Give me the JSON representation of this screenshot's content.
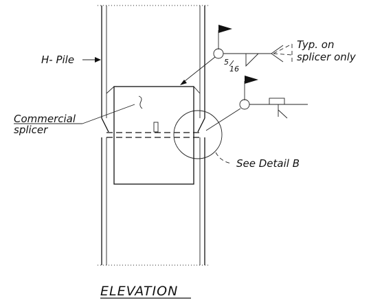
{
  "labels": {
    "h_pile": "H- Pile",
    "commercial": "Commercial",
    "splicer": "splicer",
    "typ_line1": "Typ. on",
    "typ_line2": "splicer only",
    "see_detail": "See Detail B",
    "fraction_numerator": "5",
    "fraction_denominator": "16",
    "title": "ELEVATION"
  }
}
